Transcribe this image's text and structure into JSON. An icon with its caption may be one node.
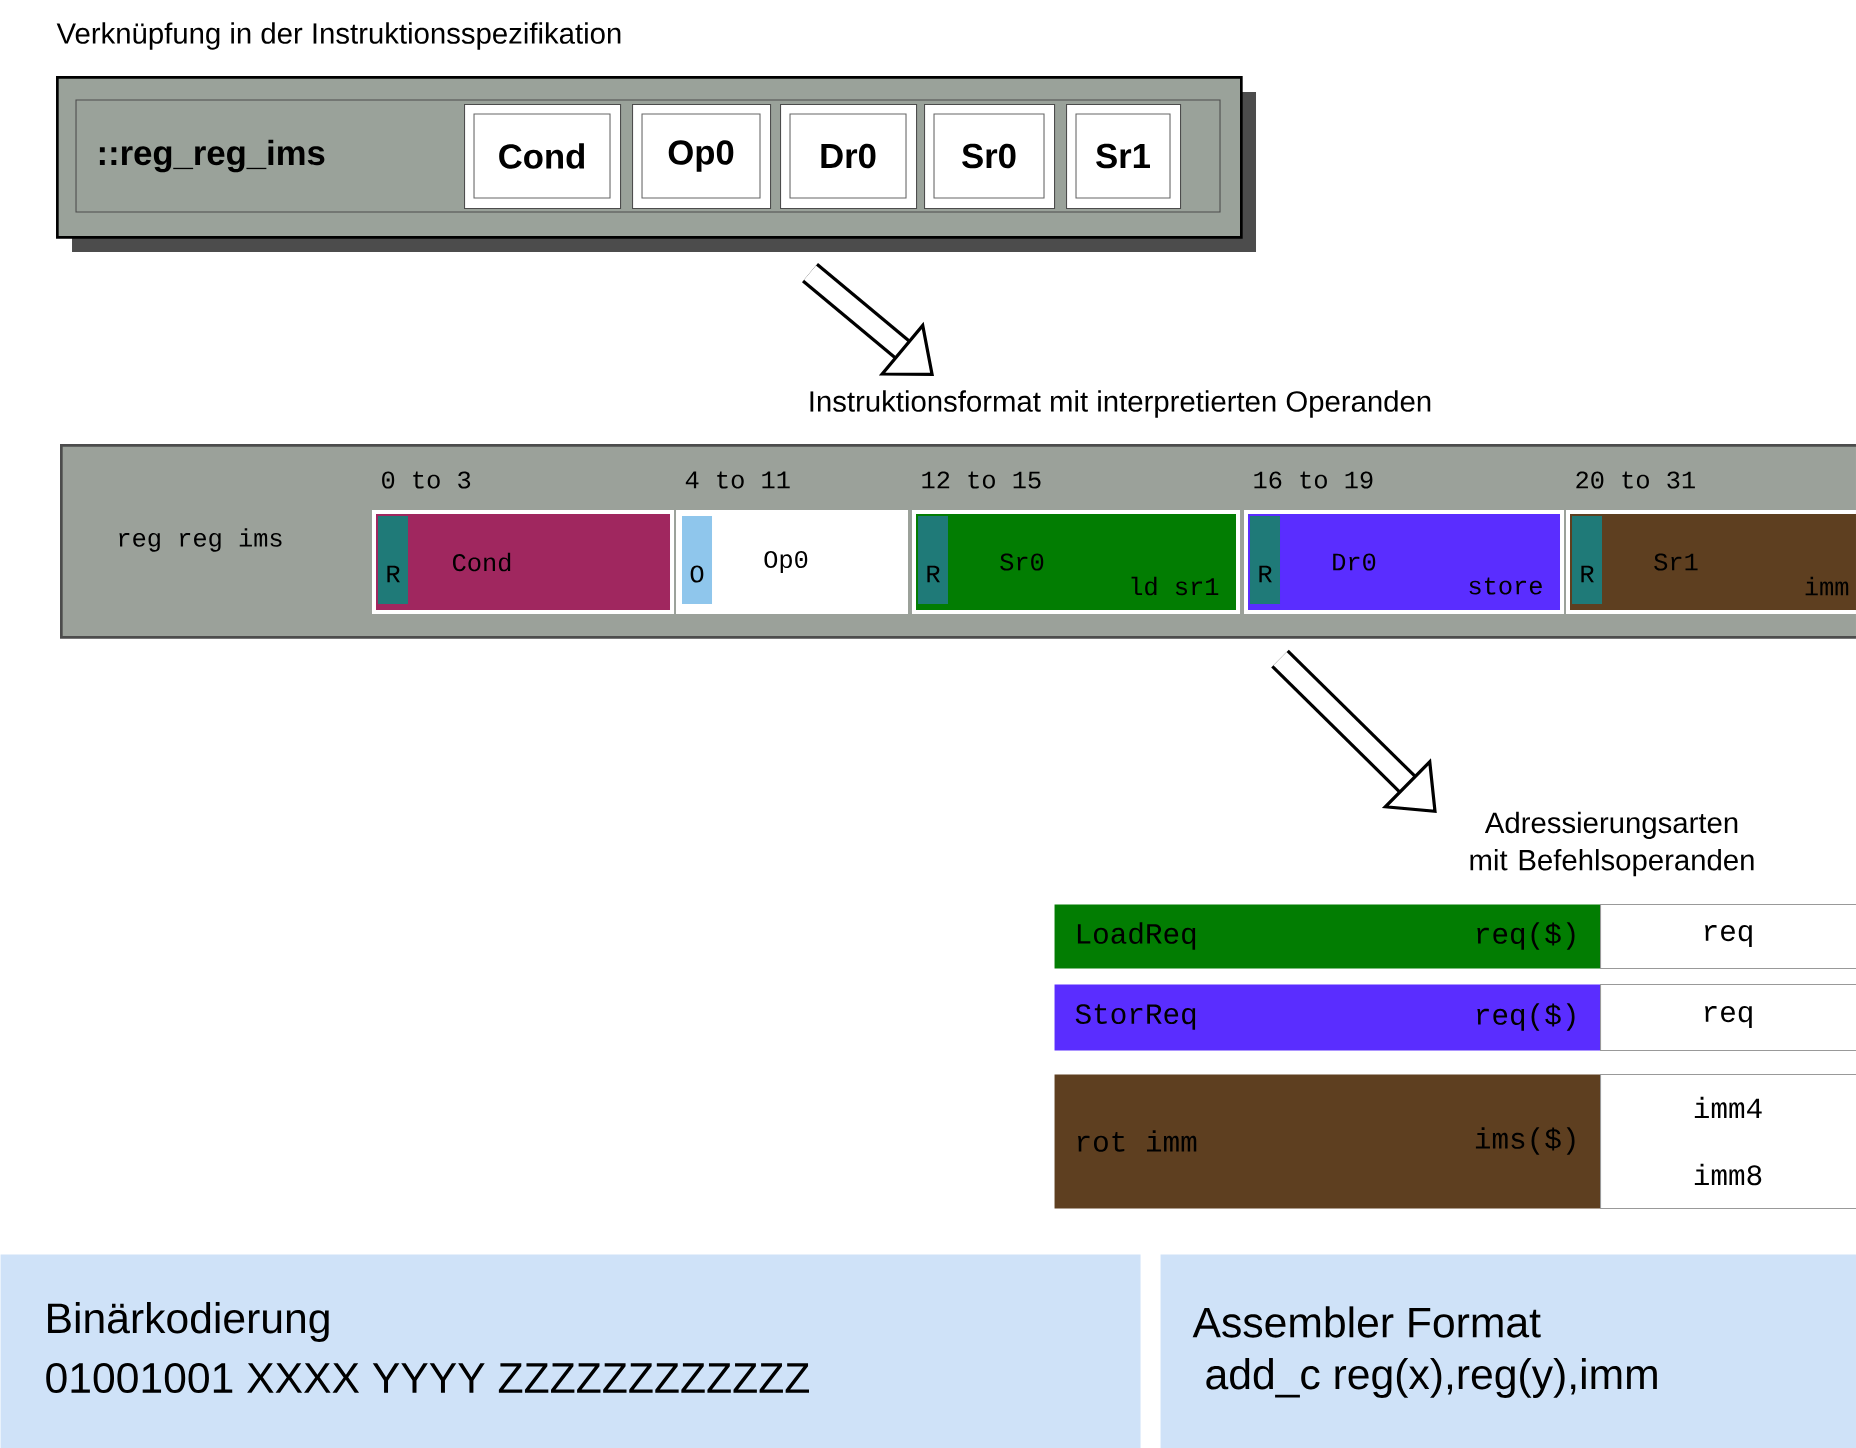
{
  "diagram": {
    "nodes": [
      {
        "text": [
          "Verknüpfung in der Instruktionsspezifikation",
          "::reg_reg_ims"
        ]
      },
      {
        "text": [
          "Cond"
        ],
        "in": 0
      },
      {
        "text": [
          "Op0"
        ],
        "in": 0
      },
      {
        "text": [
          "Dr0"
        ],
        "in": 0
      },
      {
        "text": [
          "Sr0"
        ],
        "in": 0
      },
      {
        "text": [
          "Sr1"
        ],
        "in": 0
      },
      {
        "text": [
          "Instruktionsformat mit interpretierten Operanden",
          "reg reg ims"
        ]
      },
      {
        "text": [
          "R",
          "Cond"
        ],
        "beside": [
          "0 to 3"
        ],
        "in": 6
      },
      {
        "text": [
          "O",
          "Op0"
        ],
        "beside": [
          "4 to 11"
        ],
        "in": 6
      },
      {
        "text": [
          "R",
          "Sr0",
          "ld sr1"
        ],
        "beside": [
          "12 to 15"
        ],
        "in": 6
      },
      {
        "text": [
          "R",
          "Dr0",
          "store"
        ],
        "beside": [
          "16 to 19"
        ],
        "in": 6
      },
      {
        "text": [
          "R",
          "Sr1",
          "imm"
        ],
        "beside": [
          "20 to 31"
        ],
        "in": 6
      },
      {
        "text": [
          "Adressierungsarten mit Befehlsoperanden"
        ]
      },
      {
        "text": [
          "LoadReq",
          "req($)"
        ]
      },
      {
        "text": [
          "req"
        ]
      },
      {
        "text": [
          "StorReq",
          "req($)"
        ]
      },
      {
        "text": [
          "req"
        ]
      },
      {
        "text": [
          "rot imm",
          "ims($)"
        ]
      },
      {
        "text": [
          "imm4",
          "imm8"
        ]
      },
      {
        "text": [
          "Binärkodierung",
          "01001001 XXXX YYYY ZZZZZZZZZZZZ"
        ]
      },
      {
        "text": [
          "Assembler Format",
          "add_c reg(x),reg(y),imm"
        ]
      }
    ],
    "edges": [
      {
        "from": 0,
        "to": 6,
        "arrow": "to"
      },
      {
        "from": 6,
        "to": 12,
        "arrow": "to"
      }
    ]
  }
}
